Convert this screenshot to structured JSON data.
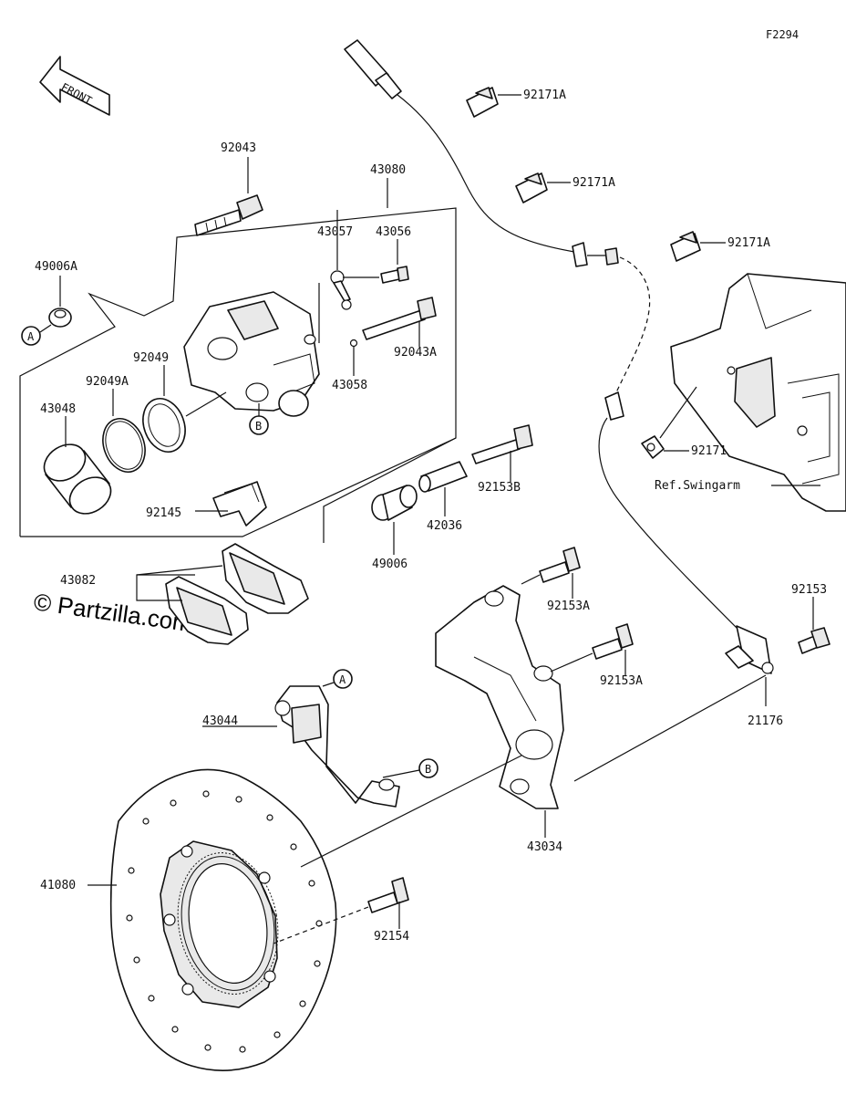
{
  "figure_code": "F2294",
  "front_label": "FRONT",
  "watermark": "© Partzilla.com",
  "refs": {
    "a": "A",
    "b": "B"
  },
  "ref_swingarm": "Ref.Swingarm",
  "labels": {
    "p92043": "92043",
    "p43080": "43080",
    "p43057": "43057",
    "p43056": "43056",
    "p49006A": "49006A",
    "p92049": "92049",
    "p92049A": "92049A",
    "p43048": "43048",
    "p43058": "43058",
    "p92043A": "92043A",
    "p92145": "92145",
    "p92153B": "92153B",
    "p42036": "42036",
    "p49006": "49006",
    "p43082": "43082",
    "p92153A_1": "92153A",
    "p92153A_2": "92153A",
    "p43044": "43044",
    "p43034": "43034",
    "p41080": "41080",
    "p92154": "92154",
    "p92171A_1": "92171A",
    "p92171A_2": "92171A",
    "p92171A_3": "92171A",
    "p92171": "92171",
    "p92153": "92153",
    "p21176": "21176"
  }
}
